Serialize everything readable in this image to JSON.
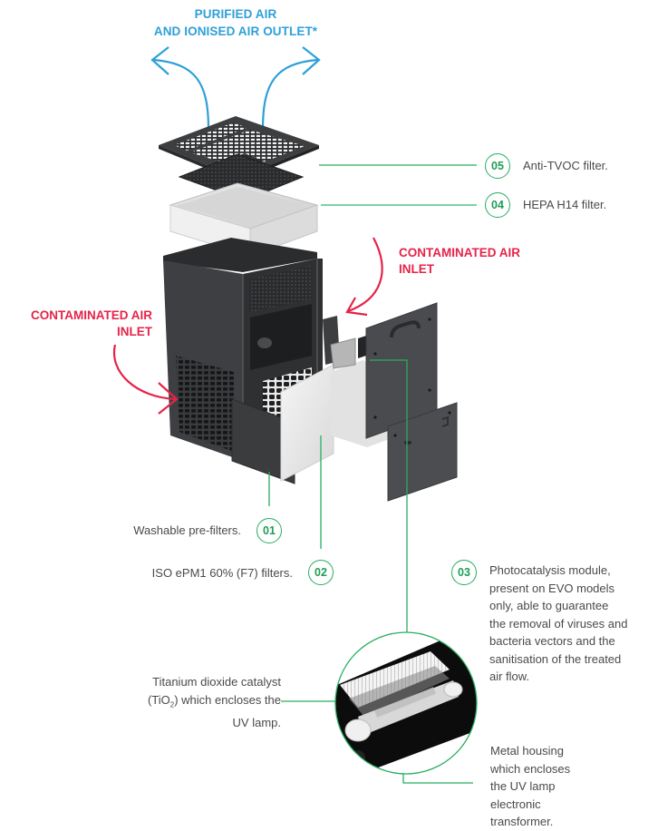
{
  "titles": {
    "outlet_line1": "PURIFIED AIR",
    "outlet_line2": "AND IONISED AIR OUTLET*",
    "inlet_left_line1": "CONTAMINATED AIR",
    "inlet_left_line2": "INLET",
    "inlet_right_line1": "CONTAMINATED AIR",
    "inlet_right_line2": "INLET"
  },
  "callouts": [
    {
      "number": "05",
      "text": "Anti-TVOC filter."
    },
    {
      "number": "04",
      "text": "HEPA H14 filter."
    },
    {
      "number": "01",
      "text": "Washable pre-filters."
    },
    {
      "number": "02",
      "text": "ISO ePM1 60% (F7) filters."
    },
    {
      "number": "03",
      "lines": [
        "Photocatalysis module,",
        "present on EVO models",
        "only, able to guarantee",
        "the removal of viruses and",
        "bacteria vectors and the",
        "sanitisation of the treated",
        "air flow."
      ]
    }
  ],
  "detail_labels": {
    "catalyst_line1": "Titanium dioxide catalyst",
    "catalyst_line2_pre": "(TiO",
    "catalyst_line2_sub": "2",
    "catalyst_line2_post": ") which encloses the",
    "catalyst_line3": "UV lamp.",
    "housing": [
      "Metal housing",
      "which encloses",
      "the UV lamp",
      "electronic",
      "transformer."
    ]
  },
  "icons": {
    "outlet_arrows": "curved-arrow-up",
    "inlet_arrows": "curved-arrow-in"
  },
  "colors": {
    "outlet": "#2e9fd8",
    "inlet": "#e5234a",
    "callout": "#27ae60",
    "body_dark": "#3a3b3d",
    "panel_light": "#e6e6e6"
  }
}
